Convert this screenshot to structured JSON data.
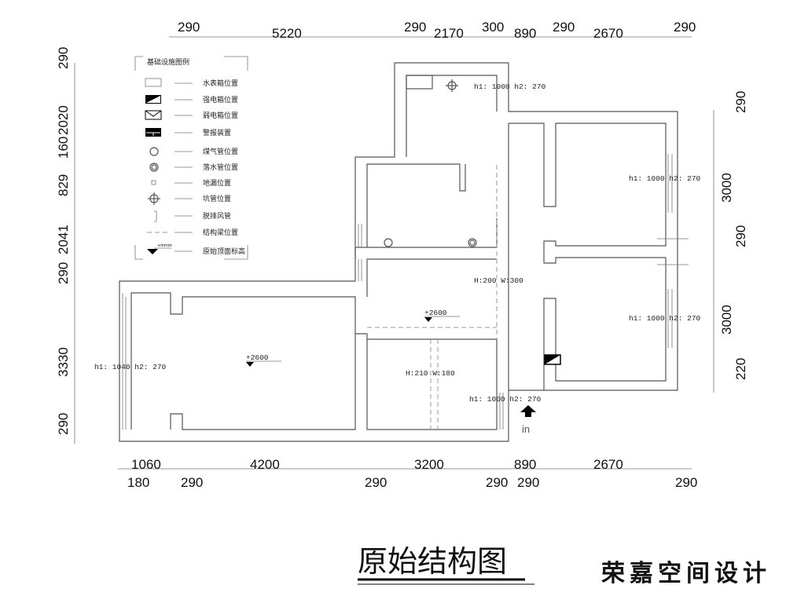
{
  "title": "原始结构图",
  "signature": "荣嘉空间设计",
  "legend": {
    "heading": "基础设施图例",
    "items": [
      {
        "icon": "water-meter-box-icon",
        "label": "水表箱位置"
      },
      {
        "icon": "strong-electric-box-icon",
        "label": "强电箱位置"
      },
      {
        "icon": "weak-electric-box-icon",
        "label": "弱电箱位置"
      },
      {
        "icon": "alarm-device-icon",
        "label": "警报装置"
      },
      {
        "icon": "gas-pipe-icon",
        "label": "煤气管位置"
      },
      {
        "icon": "drain-pipe-icon",
        "label": "落水管位置"
      },
      {
        "icon": "floor-drain-icon",
        "label": "地漏位置"
      },
      {
        "icon": "pit-pipe-icon",
        "label": "坑管位置"
      },
      {
        "icon": "exhaust-duct-icon",
        "label": "脱排风管"
      },
      {
        "icon": "structural-beam-icon",
        "label": "结构梁位置"
      },
      {
        "icon": "ceiling-elevation-icon",
        "label": "原始顶面标高",
        "tag": "+mmm"
      }
    ]
  },
  "dims": {
    "top": [
      "290",
      "5220",
      "290",
      "2170",
      "300",
      "890",
      "290",
      "2670",
      "290"
    ],
    "bottom1": [
      "1060",
      "4200",
      "3200",
      "890",
      "2670"
    ],
    "bottom2": [
      "180",
      "290",
      "290",
      "290",
      "290",
      "290"
    ],
    "left": [
      "290",
      "2020",
      "160",
      "829",
      "2041",
      "290",
      "3330",
      "290"
    ],
    "right": [
      "290",
      "3000",
      "290",
      "3000",
      "220"
    ]
  },
  "annotations": {
    "win_kitchen": "h1: 1000  h2: 270",
    "win_bed1": "h1: 1000  h2: 270",
    "win_bed2": "h1: 1000  h2: 270",
    "win_entry": "h1: 1000  h2: 270",
    "win_living": "h1: 1040  h2: 270",
    "beam1": "H:200  W:300",
    "beam2": "H:210  W:180",
    "elev1": "+2600",
    "elev2": "+2600",
    "entry": "in"
  }
}
